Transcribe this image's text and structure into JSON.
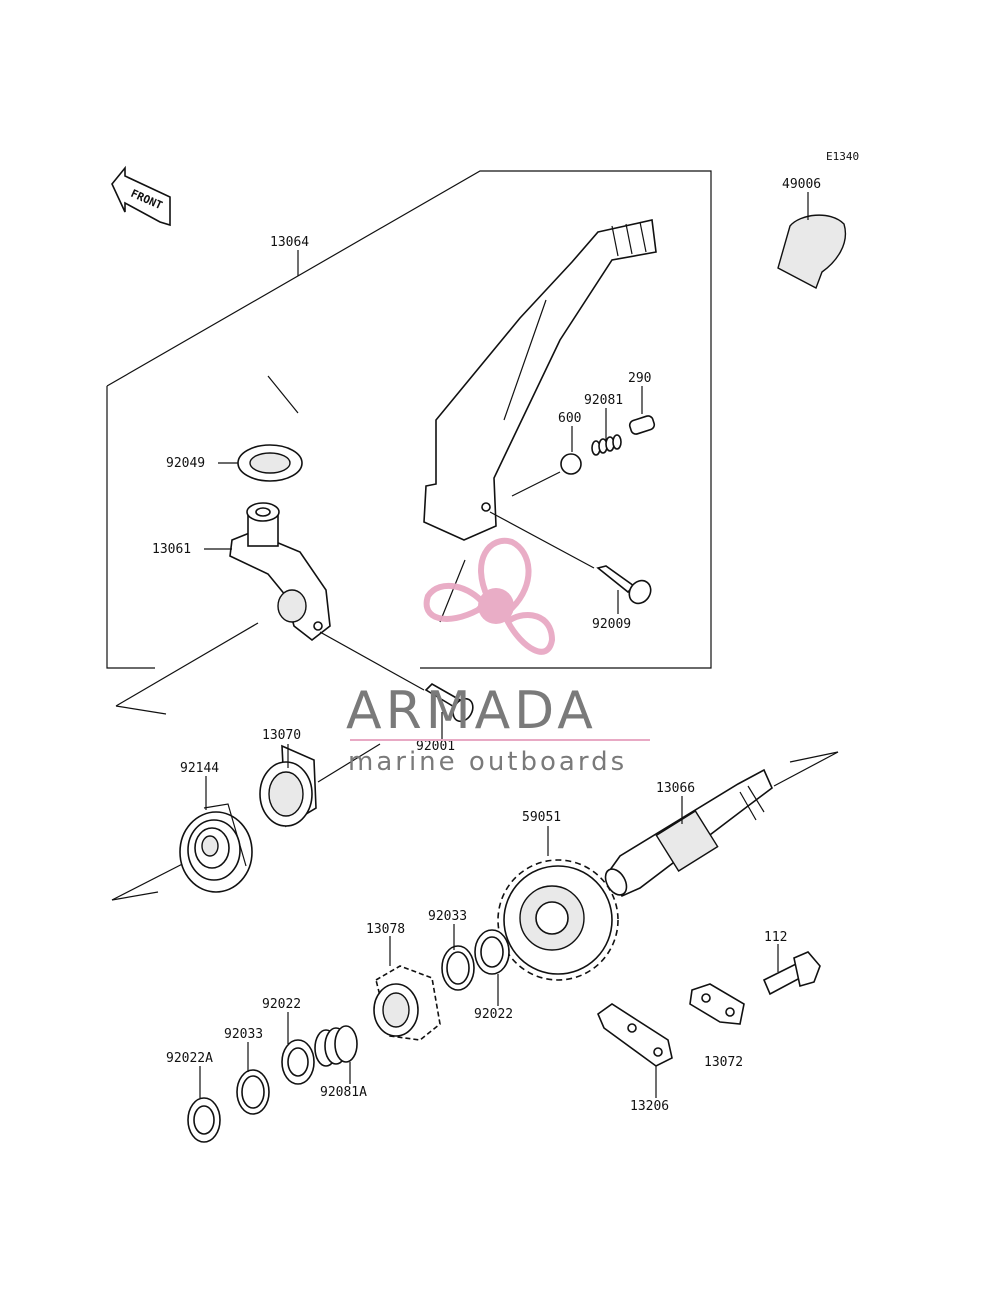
{
  "diagram_code": "E1340",
  "front_label": "FRONT",
  "labels": {
    "p13064": "13064",
    "p49006": "49006",
    "p290": "290",
    "p92081": "92081",
    "p600": "600",
    "p92049": "92049",
    "p13061": "13061",
    "p92009": "92009",
    "p92001": "92001",
    "p13070": "13070",
    "p92144": "92144",
    "p13066": "13066",
    "p59051": "59051",
    "p92033a": "92033",
    "p13078": "13078",
    "p112": "112",
    "p92022a": "92022",
    "p92022b": "92022",
    "p92033b": "92033",
    "p92022A": "92022A",
    "p92081A": "92081A",
    "p13072": "13072",
    "p13206": "13206"
  },
  "watermark": {
    "brand": "ARMADA",
    "tagline": "marine outboards",
    "logo_color": "#e8a9c4",
    "text_color": "#7a7a7a"
  }
}
